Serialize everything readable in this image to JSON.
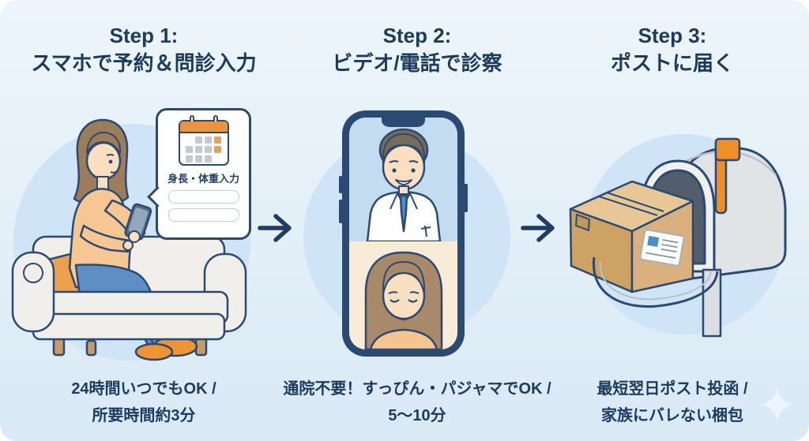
{
  "page": {
    "type": "telemedicine-3-step-infographic",
    "language": "ja"
  },
  "colors": {
    "card_bg_top": "#edf5fb",
    "card_bg_bottom": "#d9e9f5",
    "heading_text": "#1c3a5e",
    "caption_text": "#1d3b60",
    "arrow": "#1f3c63",
    "circle_bg": "#cfe4f6",
    "accent_orange": "#ea9440",
    "phone_frame": "#2b4a73",
    "doctor_screen_bg": "#c3dcef",
    "patient_screen_bg": "#f8ebd8",
    "cardboard": "#d9b07e"
  },
  "icons": {
    "bubble_icon": "calendar-icon",
    "between_steps": "right-arrow-icon",
    "decoration": "sparkle-icon"
  },
  "steps": [
    {
      "step_label": "Step 1:",
      "title": "スマホで予約＆問診入力",
      "illustration": "woman-on-sofa-entering-info-on-smartphone",
      "bubble_label": "身長・体重入力",
      "caption_line1": "24時間いつでもOK /",
      "caption_line2": "所要時間約3分"
    },
    {
      "step_label": "Step 2:",
      "title": "ビデオ/電話で診察",
      "illustration": "video-call-with-doctor-on-smartphone",
      "caption_line1": "通院不要！すっぴん・パジャマでOK /",
      "caption_line2": "5〜10分"
    },
    {
      "step_label": "Step 3:",
      "title": "ポストに届く",
      "illustration": "package-delivered-in-mailbox",
      "caption_line1": "最短翌日ポスト投函 /",
      "caption_line2": "家族にバレない梱包"
    }
  ],
  "arrows": {
    "glyph": "→",
    "count": 2
  }
}
